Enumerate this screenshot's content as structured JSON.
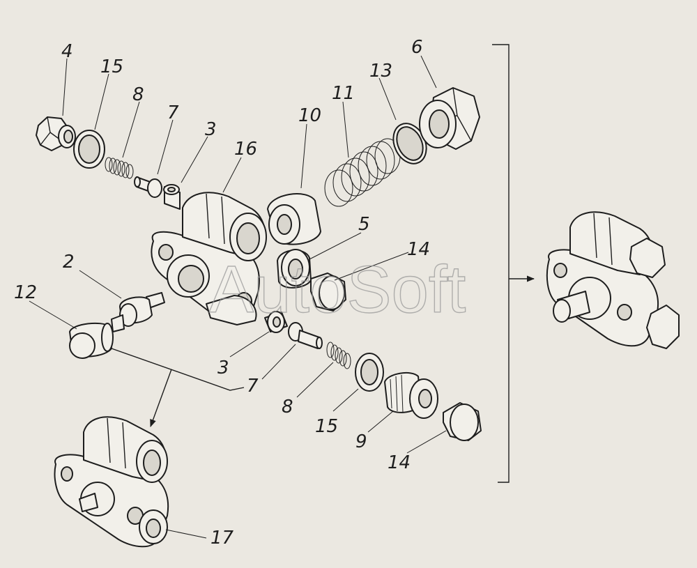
{
  "watermark": "AutoSoft",
  "callouts": [
    {
      "id": "c4",
      "label": "4"
    },
    {
      "id": "c15a",
      "label": "15"
    },
    {
      "id": "c8a",
      "label": "8"
    },
    {
      "id": "c7a",
      "label": "7"
    },
    {
      "id": "c3a",
      "label": "3"
    },
    {
      "id": "c16",
      "label": "16"
    },
    {
      "id": "c10",
      "label": "10"
    },
    {
      "id": "c11",
      "label": "11"
    },
    {
      "id": "c13",
      "label": "13"
    },
    {
      "id": "c6",
      "label": "6"
    },
    {
      "id": "c5",
      "label": "5"
    },
    {
      "id": "c14a",
      "label": "14"
    },
    {
      "id": "c2",
      "label": "2"
    },
    {
      "id": "c12",
      "label": "12"
    },
    {
      "id": "c3b",
      "label": "3"
    },
    {
      "id": "c7b",
      "label": "7"
    },
    {
      "id": "c8b",
      "label": "8"
    },
    {
      "id": "c15b",
      "label": "15"
    },
    {
      "id": "c9",
      "label": "9"
    },
    {
      "id": "c14b",
      "label": "14"
    },
    {
      "id": "c17",
      "label": "17"
    }
  ]
}
